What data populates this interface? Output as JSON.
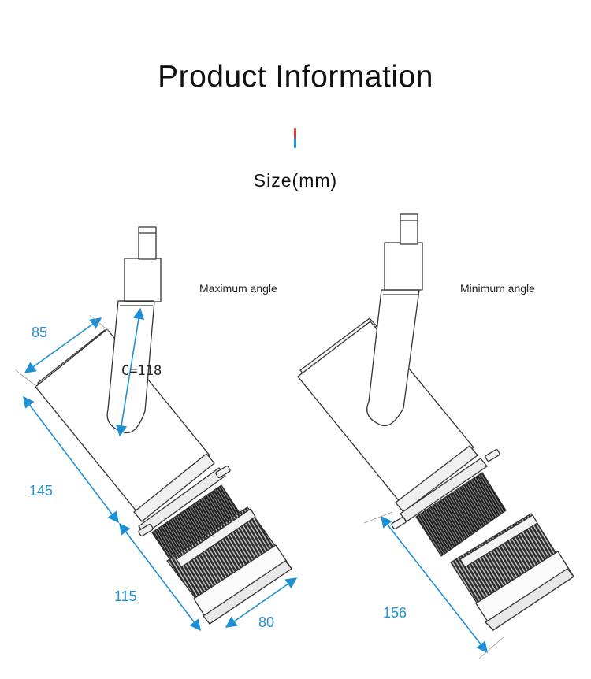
{
  "header": {
    "title": "Product  Information",
    "subtitle": "Size(mm)",
    "accent_colors": [
      "#e53935",
      "#1e90d6"
    ]
  },
  "diagrams": {
    "left": {
      "label": "Maximum angle",
      "dimensions": {
        "top_width": "85",
        "body_length": "145",
        "lens_length": "115",
        "lens_diameter": "80",
        "c_length": "C=118"
      }
    },
    "right": {
      "label": "Minimum angle",
      "dimensions": {
        "overall_length": "156"
      }
    }
  },
  "colors": {
    "dimension": "#1e90d6",
    "outline": "#333333"
  }
}
